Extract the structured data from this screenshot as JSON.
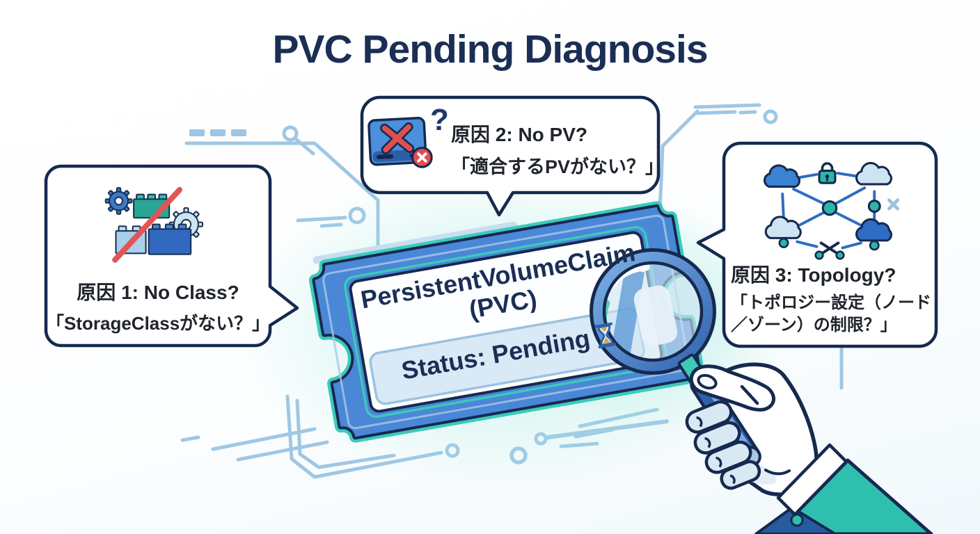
{
  "title": "PVC Pending Diagnosis",
  "bubbles": {
    "cause1": {
      "heading": "原因 1: No Class?",
      "detail": "「StorageClassがない？」",
      "icon": "blocked-storageclass-bricks-gears-icon"
    },
    "cause2": {
      "heading": "原因 2: No PV?",
      "detail": "「適合するPVがない？」",
      "question_glyph": "?",
      "icon": "missing-volume-disk-error-icon"
    },
    "cause3": {
      "heading": "原因 3: Topology?",
      "detail": "「トポロジー設定（ノード／ゾーン）の制限？」",
      "icon": "topology-network-restriction-icon"
    }
  },
  "ticket": {
    "name_line1": "PersistentVolumeClaim",
    "name_line2": "(PVC)",
    "status": "Status: Pending",
    "status_icon": "hourglass"
  },
  "colors": {
    "outline_navy": "#16294f",
    "title_navy": "#1b2e55",
    "text_dark": "#20242c",
    "ticket_blue": "#4a87d6",
    "teal_accent": "#3bcabb",
    "sleeve_teal": "#2fbfae",
    "glow_cyan": "#7ee6d6",
    "alert_red": "#e25555",
    "circuit_blue": "#9fc7e5",
    "status_bar_bg": "#d9e9f6"
  }
}
